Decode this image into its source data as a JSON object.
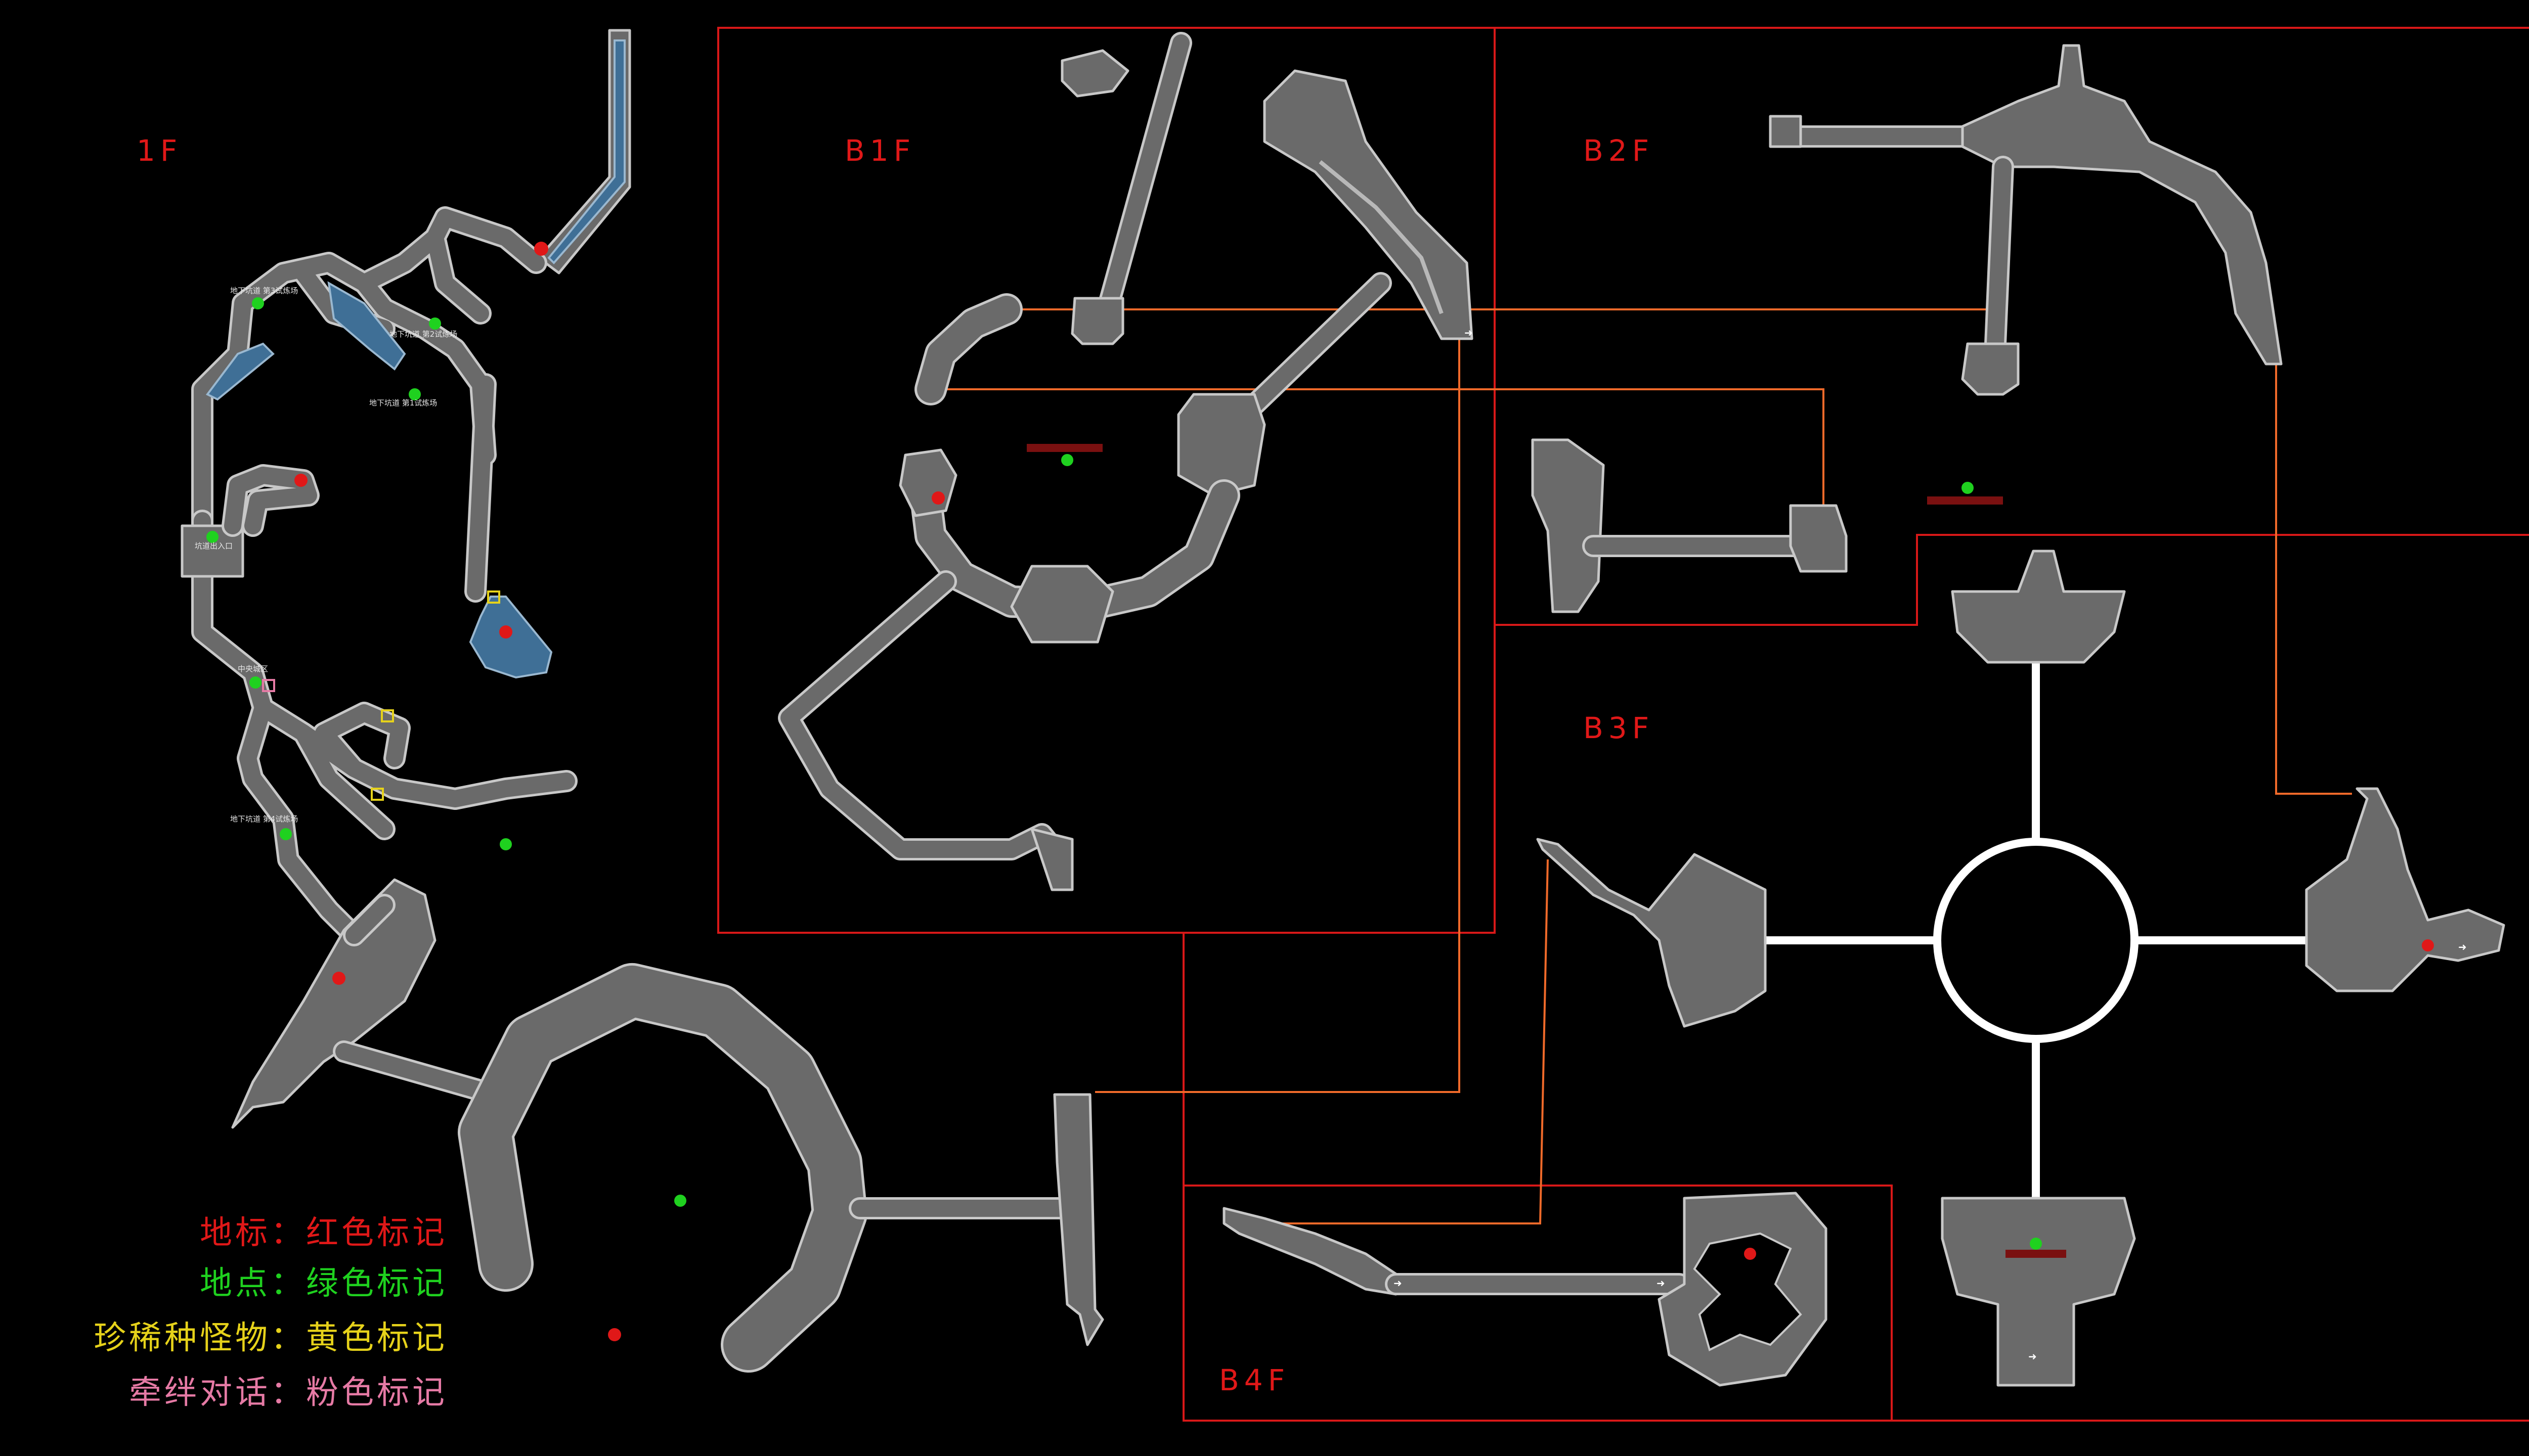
{
  "floors": {
    "f1": "1F",
    "b1": "B1F",
    "b2": "B2F",
    "b3": "B3F",
    "b4": "B4F"
  },
  "legend": [
    {
      "text": "地标：红色标记",
      "color": "#e01818"
    },
    {
      "text": "地点：绿色标记",
      "color": "#1fd11f"
    },
    {
      "text": "珍稀种怪物：黄色标记",
      "color": "#e6d21a"
    },
    {
      "text": "牵绊对话：粉色标记",
      "color": "#e67aa5"
    }
  ],
  "place_labels": {
    "a": "地下坑道 第3试炼场",
    "b": "地下坑道 第2试炼场",
    "c": "地下坑道 第1试炼场",
    "d": "地下坑道 第4试炼场",
    "e": "坑道出入口",
    "f": "中央城区"
  },
  "colors": {
    "landmark": "#e01818",
    "location": "#1fd11f",
    "rare": "#e6d21a",
    "bond": "#e67aa5",
    "frame": "#d81818",
    "connector": "#f06a2a"
  },
  "icons": [
    "door-icon",
    "exit-arrow-icon",
    "landmark-marker-icon",
    "location-marker-icon"
  ]
}
